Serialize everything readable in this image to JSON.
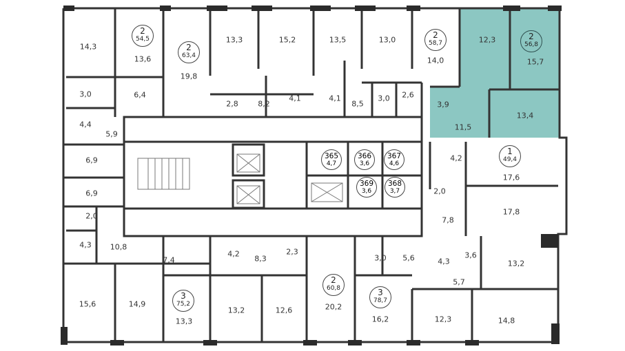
{
  "highlight_color": "#8cc7c2",
  "apartments": [
    {
      "id": "apt-a",
      "rooms": "2",
      "area": "54,5"
    },
    {
      "id": "apt-b",
      "rooms": "2",
      "area": "63,4"
    },
    {
      "id": "apt-c",
      "rooms": "2",
      "area": "58,7"
    },
    {
      "id": "apt-d",
      "rooms": "2",
      "area": "56,8",
      "selected": true
    },
    {
      "id": "apt-e",
      "rooms": "1",
      "area": "49,4"
    },
    {
      "id": "apt-f",
      "rooms": "3",
      "area": "75,2"
    },
    {
      "id": "apt-g",
      "rooms": "2",
      "area": "60,8"
    },
    {
      "id": "apt-h",
      "rooms": "3",
      "area": "78,7"
    }
  ],
  "storage": [
    {
      "num": "365",
      "area": "4,7"
    },
    {
      "num": "366",
      "area": "3,6"
    },
    {
      "num": "367",
      "area": "4,6"
    },
    {
      "num": "369",
      "area": "3,6"
    },
    {
      "num": "368",
      "area": "3,7"
    }
  ],
  "room_labels": [
    "14,3",
    "13,6",
    "6,4",
    "3,0",
    "4,4",
    "5,9",
    "6,9",
    "6,9",
    "2,0",
    "4,3",
    "10,8",
    "15,6",
    "14,9",
    "7,4",
    "13,3",
    "19,8",
    "13,3",
    "2,8",
    "8,2",
    "15,2",
    "4,1",
    "4,1",
    "13,5",
    "8,5",
    "13,0",
    "3,0",
    "2,6",
    "14,0",
    "12,3",
    "15,7",
    "3,9",
    "11,5",
    "13,4",
    "4,2",
    "2,0",
    "17,6",
    "7,8",
    "17,8",
    "4,2",
    "8,3",
    "2,3",
    "13,2",
    "12,6",
    "20,2",
    "3,0",
    "5,6",
    "16,2",
    "4,3",
    "3,6",
    "13,2",
    "5,7",
    "12,3",
    "14,8"
  ]
}
